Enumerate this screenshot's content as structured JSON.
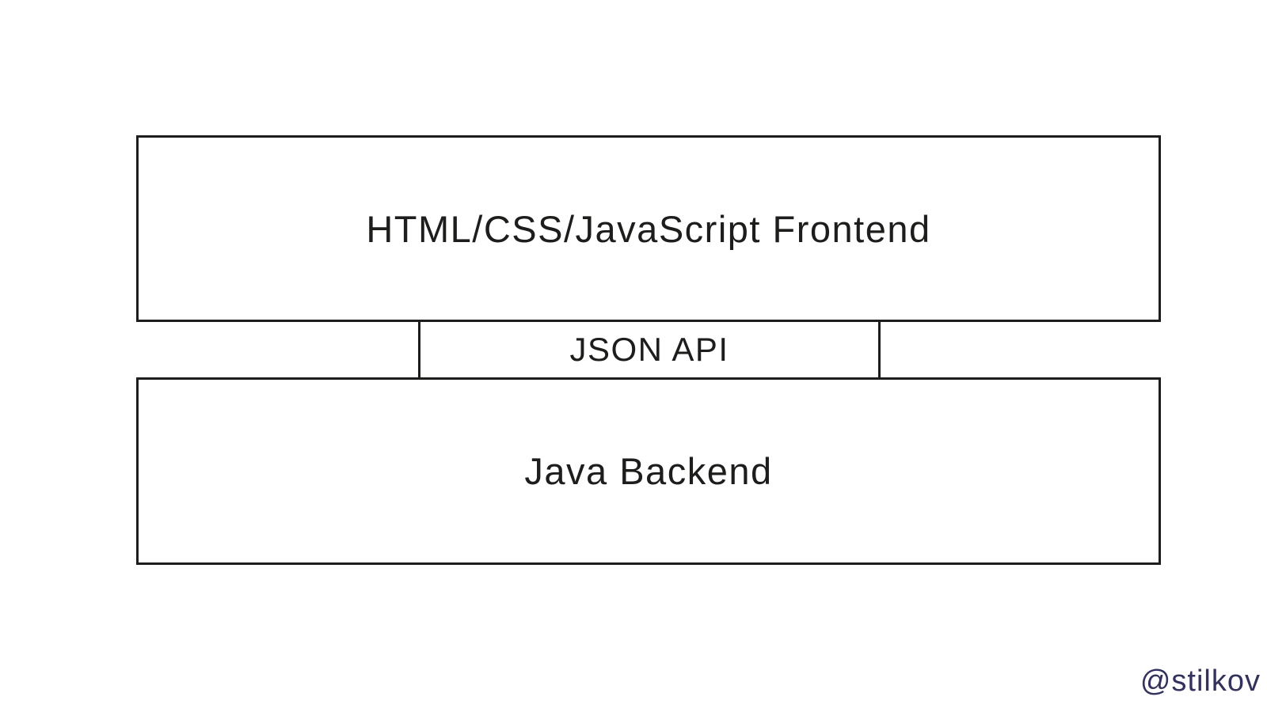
{
  "diagram": {
    "frontend_box": {
      "label": "HTML/CSS/JavaScript Frontend"
    },
    "api_box": {
      "label": "JSON API"
    },
    "backend_box": {
      "label": "Java Backend"
    }
  },
  "watermark": {
    "handle": "@stilkov"
  },
  "colors": {
    "line": "#1d1d1b",
    "label_text": "#1d1d1b",
    "watermark_text": "#32325c",
    "background": "#ffffff"
  }
}
